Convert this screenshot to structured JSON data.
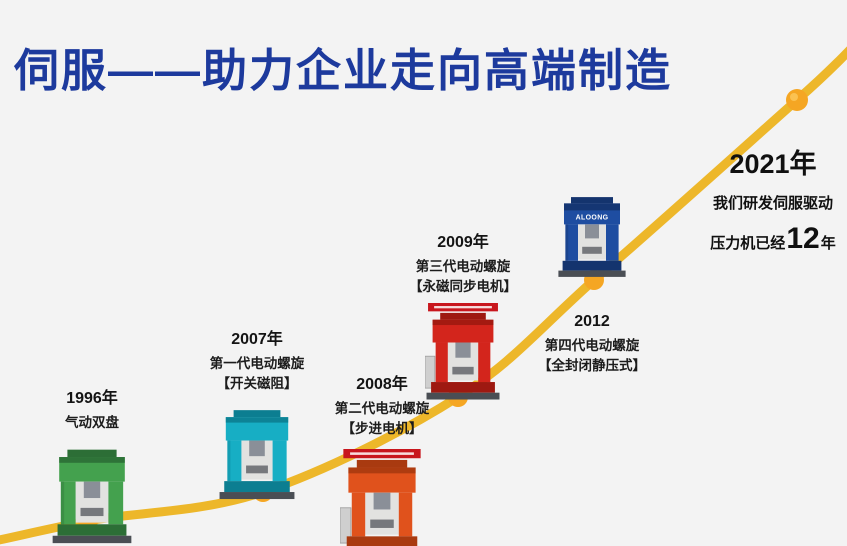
{
  "title": "伺服——助力企业走向高端制造",
  "colors": {
    "title": "#1d3a9d",
    "curve": "#EDB72A",
    "node": "#F5A623"
  },
  "milestones": [
    {
      "year": "1996年",
      "line1": "气动双盘",
      "line2": "",
      "colors": {
        "main": "#44A14E",
        "dark": "#2C6E36"
      }
    },
    {
      "year": "2007年",
      "line1": "第一代电动螺旋",
      "line2": "【开关磁阻】",
      "colors": {
        "main": "#17AEC4",
        "dark": "#0C7E91"
      }
    },
    {
      "year": "2008年",
      "line1": "第二代电动螺旋",
      "line2": "【步进电机】",
      "colors": {
        "main": "#E0521C",
        "dark": "#A93A10"
      }
    },
    {
      "year": "2009年",
      "line1": "第三代电动螺旋",
      "line2": "【永磁同步电机】",
      "colors": {
        "main": "#D3251C",
        "dark": "#9E1911"
      }
    },
    {
      "year": "2012",
      "line1": "第四代电动螺旋",
      "line2": "【全封闭静压式】",
      "brand": "ALOONG",
      "colors": {
        "main": "#1E4DA1",
        "dark": "#14346E"
      }
    }
  ],
  "endpoint": {
    "year": "2021年",
    "line1": "我们研发伺服驱动",
    "line2_prefix": "压力机已经",
    "years": "12",
    "line2_suffix": "年"
  }
}
